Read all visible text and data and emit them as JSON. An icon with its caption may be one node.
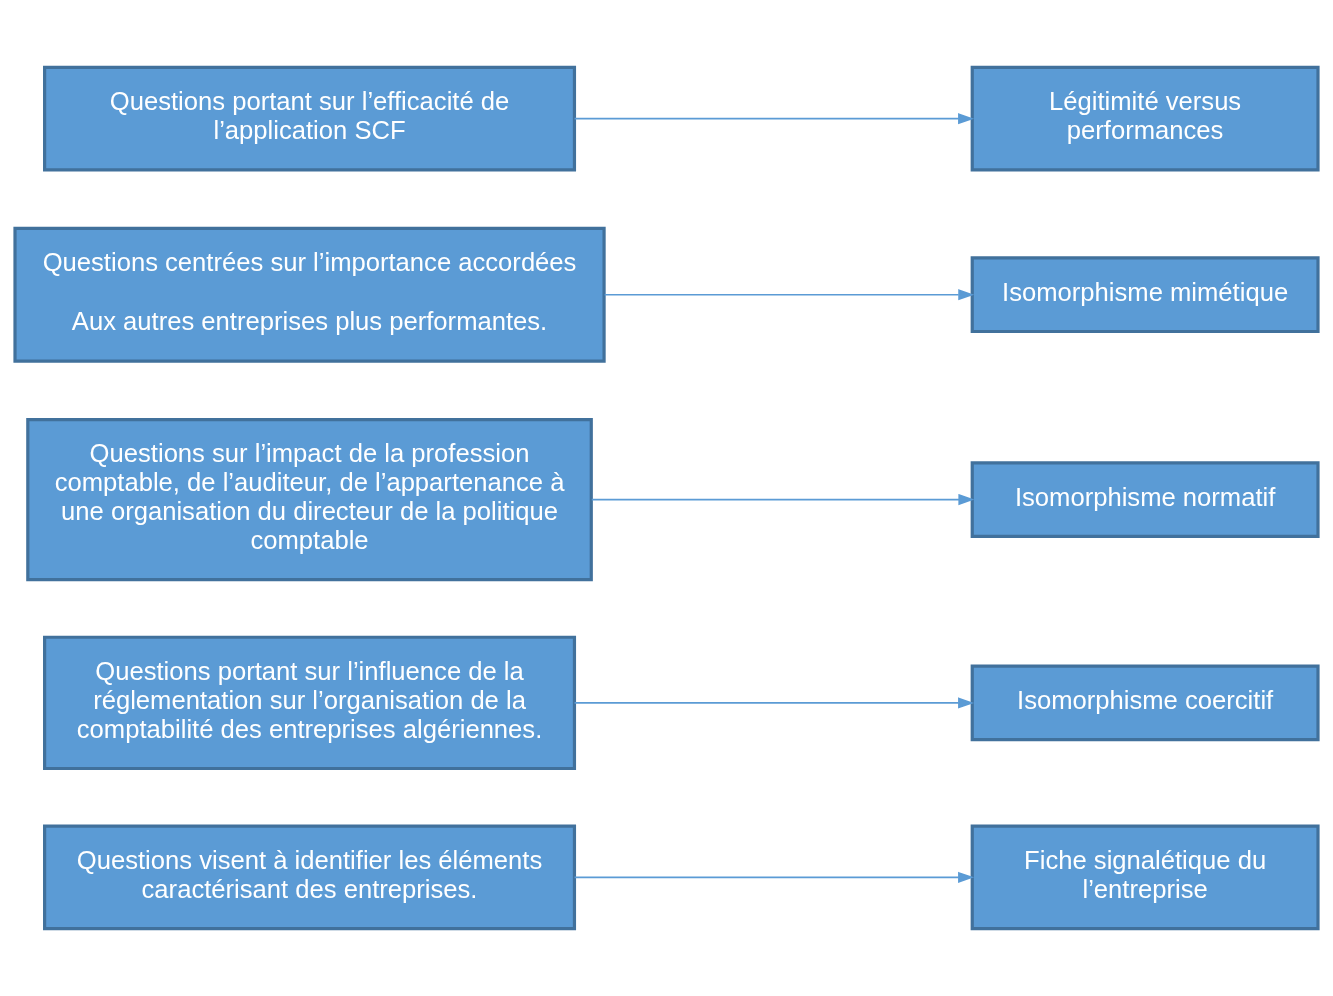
{
  "diagram": {
    "nodes": [
      {
        "text": [
          "Questions visent à identifier les éléments caractérisant des entreprises."
        ]
      },
      {
        "text": [
          "Fiche signalétique du l’entreprise"
        ]
      },
      {
        "text": [
          "Questions portant sur l’influence de la réglementation sur l’organisation de la comptabilité des entreprises algériennes."
        ]
      },
      {
        "text": [
          "Isomorphisme coercitif"
        ]
      },
      {
        "text": [
          "Questions sur l’impact de la profession comptable, de l’auditeur, de l’appartenance à une organisation du directeur de la politique comptable"
        ]
      },
      {
        "text": [
          "Isomorphisme normatif"
        ]
      },
      {
        "text": [
          "Questions centrées sur l’importance accordées",
          "Aux autres entreprises plus performantes."
        ]
      },
      {
        "text": [
          "Isomorphisme mimétique"
        ]
      },
      {
        "text": [
          "Questions portant sur l’efficacité de l’application SCF"
        ]
      },
      {
        "text": [
          "Légitimité versus performances"
        ]
      }
    ],
    "edges": [
      {
        "from": 0,
        "to": 1,
        "arrow": "to"
      },
      {
        "from": 2,
        "to": 3,
        "arrow": "to"
      },
      {
        "from": 4,
        "to": 5,
        "arrow": "to"
      },
      {
        "from": 6,
        "to": 7,
        "arrow": "to"
      },
      {
        "from": 8,
        "to": 9,
        "arrow": "to"
      }
    ]
  }
}
